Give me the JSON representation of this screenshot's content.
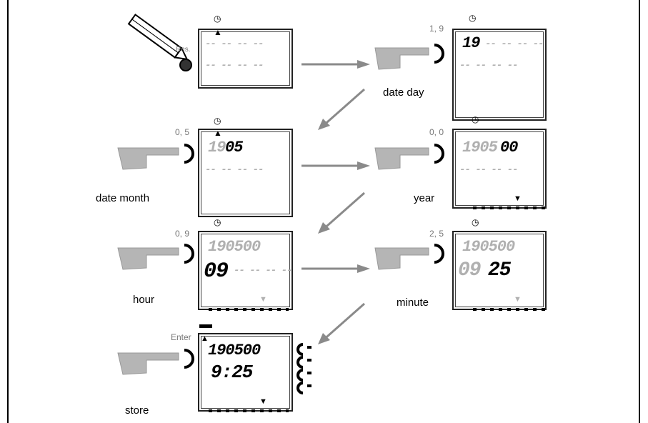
{
  "steps": [
    {
      "id": "reset",
      "button_label": "Res.",
      "caption": "",
      "reading": ""
    },
    {
      "id": "date-day",
      "caption": "date   day",
      "reading": "1, 9",
      "display": "19"
    },
    {
      "id": "date-month",
      "caption": "date   month",
      "reading": "0, 5",
      "display_prev": "19",
      "display": "05"
    },
    {
      "id": "year",
      "caption": "year",
      "reading": "0, 0",
      "display_prev": "1905",
      "display": "00"
    },
    {
      "id": "hour",
      "caption": "hour",
      "reading": "0, 9",
      "display_prev": "190500",
      "display": "09"
    },
    {
      "id": "minute",
      "caption": "minute",
      "reading": "2, 5",
      "display_prev": "190500",
      "display_prev2": "09",
      "display": "25"
    },
    {
      "id": "store",
      "caption": "store",
      "button_label": "Enter",
      "display": "190500",
      "display2": "9:25"
    }
  ],
  "placeholder_dashes": "-- -- -- --",
  "colors": {
    "line": "#000000",
    "lcd_inactive": "#b0b0b0",
    "arrow": "#8a8a8a",
    "hand": "#b5b5b5"
  }
}
